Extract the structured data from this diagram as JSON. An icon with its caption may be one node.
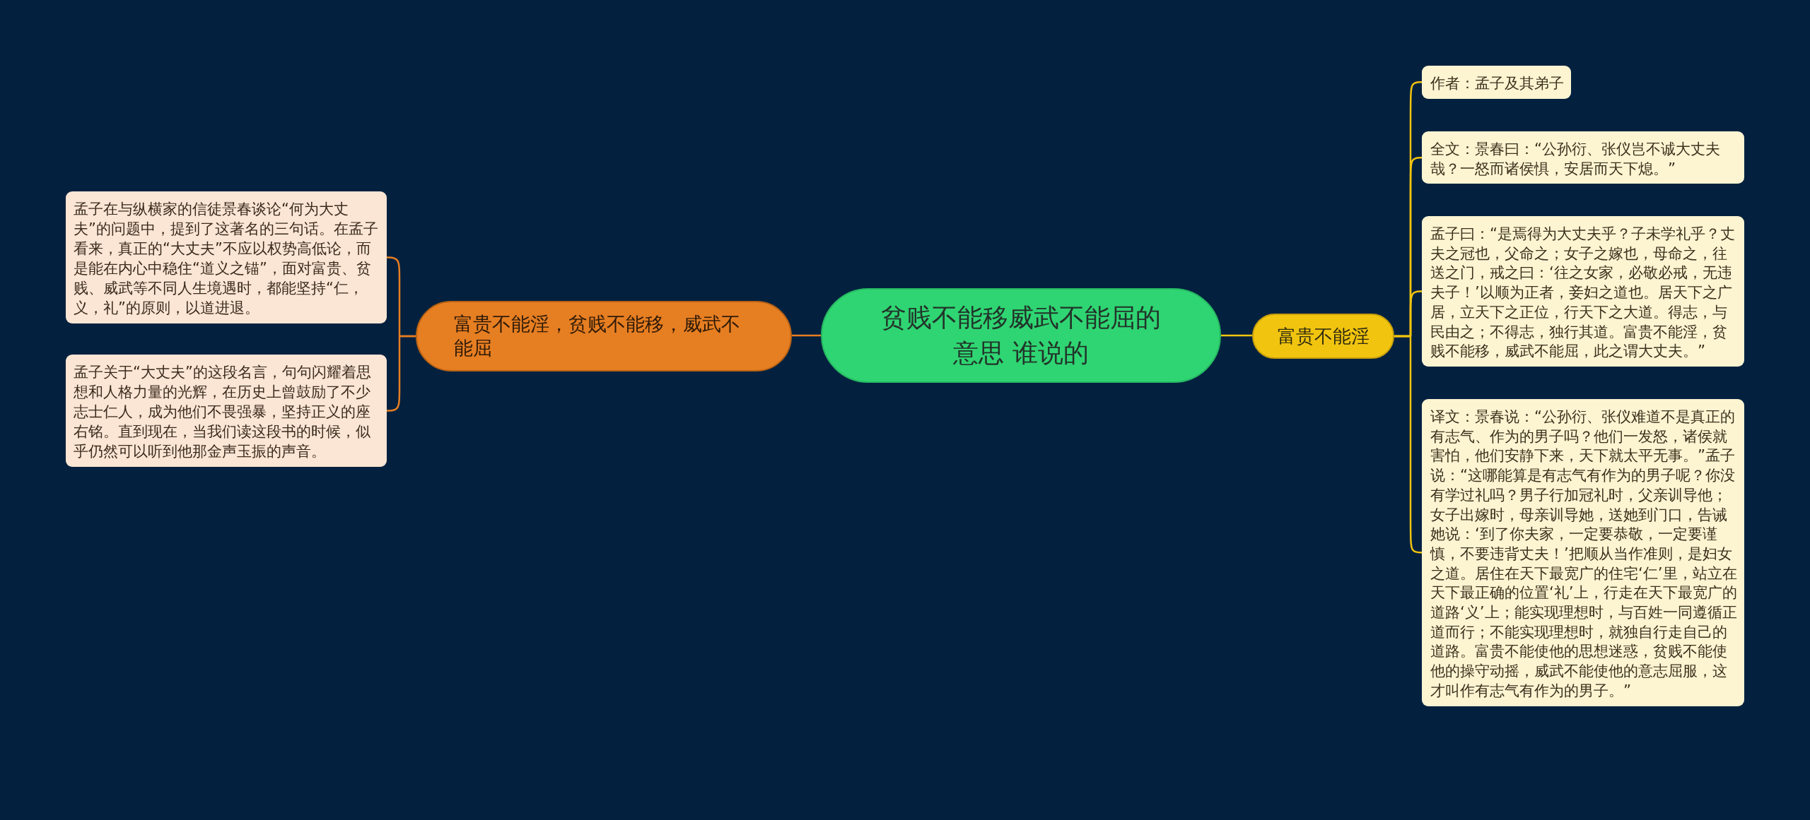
{
  "diagram": {
    "nodes": [
      {
        "text": [
          "贫贱不能移威武不能屈的意思 谁说的"
        ]
      },
      {
        "text": [
          "富贵不能淫，贫贱不能移，威武不能屈"
        ]
      },
      {
        "text": [
          "孟子在与纵横家的信徒景春谈论“何为大丈夫”的问题中，提到了这著名的三句话。在孟子看来，真正的“大丈夫”不应以权势高低论，而是能在内心中稳住“道义之锚”，面对富贵、贫贱、威武等不同人生境遇时，都能坚持“仁，义，礼”的原则，以道进退。"
        ]
      },
      {
        "text": [
          "孟子关于“大丈夫”的这段名言，句句闪耀着思想和人格力量的光辉，在历史上曾鼓励了不少志士仁人，成为他们不畏强暴，坚持正义的座右铭。直到现在，当我们读这段书的时候，似乎仍然可以听到他那金声玉振的声音。"
        ]
      },
      {
        "text": [
          "富贵不能淫"
        ]
      },
      {
        "text": [
          "作者：孟子及其弟子"
        ]
      },
      {
        "text": [
          "全文：景春曰：“公孙衍、张仪岂不诚大丈夫哉？一怒而诸侯惧，安居而天下熄。”"
        ]
      },
      {
        "text": [
          "孟子曰：“是焉得为大丈夫乎？子未学礼乎？丈夫之冠也，父命之；女子之嫁也，母命之，往送之门，戒之曰：‘往之女家，必敬必戒，无违夫子！’以顺为正者，妾妇之道也。居天下之广居，立天下之正位，行天下之大道。得志，与民由之；不得志，独行其道。富贵不能淫，贫贱不能移，威武不能屈，此之谓大丈夫。”"
        ]
      },
      {
        "text": [
          "译文：景春说：“公孙衍、张仪难道不是真正的有志气、作为的男子吗？他们一发怒，诸侯就害怕，他们安静下来，天下就太平无事。”孟子说：“这哪能算是有志气有作为的男子呢？你没有学过礼吗？男子行加冠礼时，父亲训导他；女子出嫁时，母亲训导她，送她到门口，告诫她说：‘到了你夫家，一定要恭敬，一定要谨慎，不要违背丈夫！’把顺从当作准则，是妇女之道。居住在天下最宽广的住宅‘仁’里，站立在天下最正确的位置‘礼’上，行走在天下最宽广的道路‘义’上；能实现理想时，与百姓一同遵循正道而行；不能实现理想时，就独自行走自己的道路。富贵不能使他的思想迷惑，贫贱不能使他的操守动摇，威武不能使他的意志屈服，这才叫作有志气有作为的男子。”"
        ]
      }
    ],
    "edges": [
      {
        "from": 0,
        "to": 1,
        "arrow": "none",
        "color": "#e67e22"
      },
      {
        "from": 1,
        "to": 2,
        "arrow": "none",
        "color": "#e67e22"
      },
      {
        "from": 1,
        "to": 3,
        "arrow": "none",
        "color": "#e67e22"
      },
      {
        "from": 0,
        "to": 4,
        "arrow": "none"
      },
      {
        "from": 4,
        "to": 5,
        "arrow": "none"
      },
      {
        "from": 4,
        "to": 6,
        "arrow": "none"
      },
      {
        "from": 4,
        "to": 7,
        "arrow": "none"
      },
      {
        "from": 4,
        "to": 8,
        "arrow": "none"
      }
    ]
  }
}
